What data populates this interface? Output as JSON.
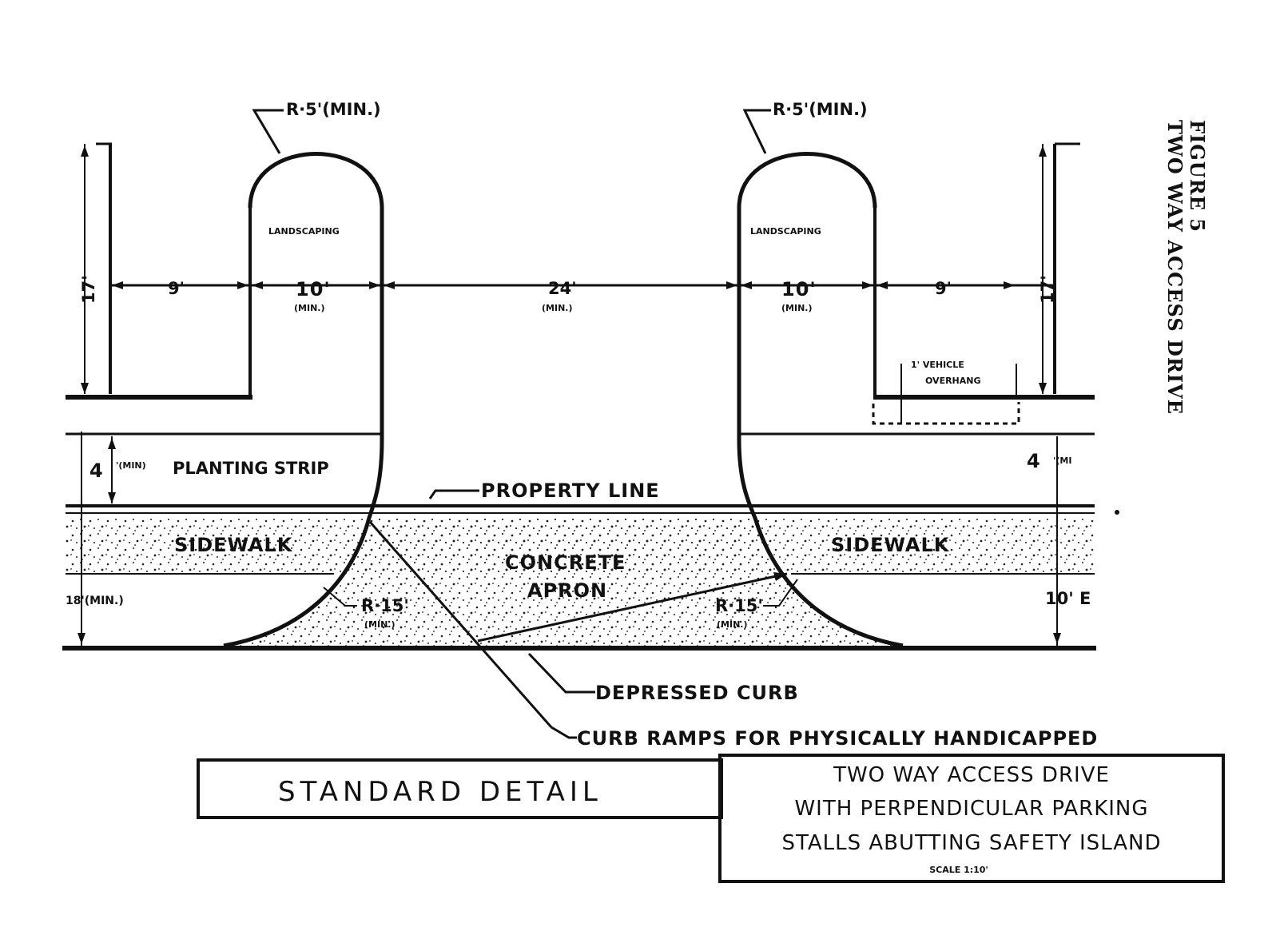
{
  "figure": {
    "number": "FIGURE 5",
    "title": "TWO WAY ACCESS DRIVE"
  },
  "labels": {
    "radius_top_left": "R·5'(MIN.)",
    "radius_top_right": "R·5'(MIN.)",
    "landscaping_left": "LANDSCAPING",
    "landscaping_right": "LANDSCAPING",
    "dim_9_left": "9'",
    "dim_10_left": "10'",
    "dim_10_left_min": "(MIN.)",
    "dim_24": "24'",
    "dim_24_min": "(MIN.)",
    "dim_10_right": "10'",
    "dim_10_right_min": "(MIN.)",
    "dim_9_right": "9'",
    "dim_17_left": "17'",
    "dim_17_right": "17'",
    "vehicle_overhang_line1": "1' VEHICLE",
    "vehicle_overhang_line2": "OVERHANG",
    "dim_4_left": "4",
    "dim_4_left_sup": "'(MIN)",
    "planting_strip": "PLANTING STRIP",
    "dim_4_right": "4",
    "dim_4_right_sup": "'(MI",
    "property_line": "PROPERTY LINE",
    "sidewalk_left": "SIDEWALK",
    "sidewalk_right": "SIDEWALK",
    "concrete": "CONCRETE",
    "apron": "APRON",
    "dim_18_left": "18'(MIN.)",
    "dim_10_right_e": "10' E",
    "r15_left": "R·15'",
    "r15_left_min": "(MIN.)",
    "r15_right": "R·15'",
    "r15_right_min": "(MIN.)",
    "depressed_curb": "DEPRESSED CURB",
    "curb_ramps": "CURB RAMPS FOR PHYSICALLY HANDICAPPED"
  },
  "title_block": {
    "left": "STANDARD DETAIL",
    "right_line1": "TWO WAY ACCESS DRIVE",
    "right_line2": "WITH PERPENDICULAR PARKING",
    "right_line3": "STALLS ABUTTING SAFETY ISLAND",
    "scale": "SCALE 1:10'"
  }
}
